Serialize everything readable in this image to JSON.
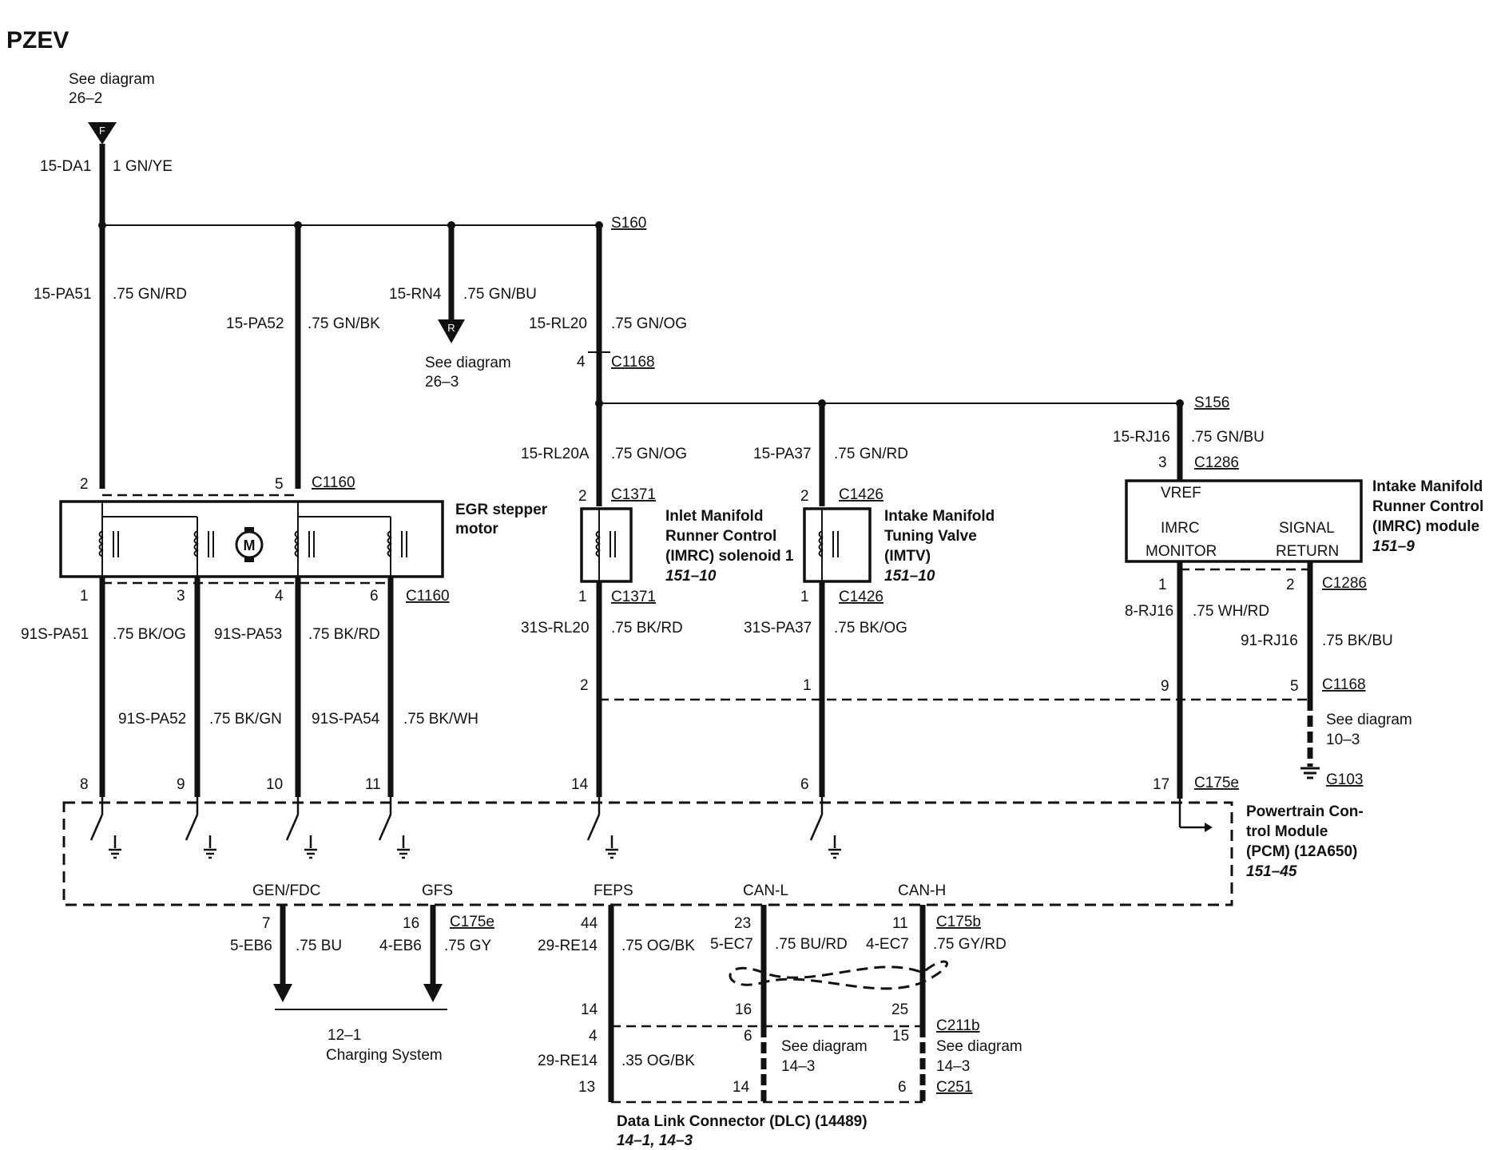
{
  "title": "PZEV",
  "refs": {
    "top_see": "See diagram",
    "top_ref": "26–2",
    "top_letter": "F",
    "rn4_see": "See diagram",
    "rn4_ref": "26–3",
    "rn4_letter": "R",
    "g103_see": "See diagram",
    "g103_ref": "10–3",
    "charging_ref": "12–1",
    "charging_name": "Charging System",
    "dlc_see_left": "See diagram",
    "dlc_ref_left": "14–3",
    "dlc_see_right": "See diagram",
    "dlc_ref_right": "14–3"
  },
  "splices": {
    "s160": "S160",
    "s156": "S156",
    "g103": "G103"
  },
  "connectors": {
    "c1160_top": "C1160",
    "c1160_bot": "C1160",
    "c1168_top": "C1168",
    "c1168_bot": "C1168",
    "c1371_top": "C1371",
    "c1371_bot": "C1371",
    "c1426_top": "C1426",
    "c1426_bot": "C1426",
    "c1286_top": "C1286",
    "c1286_bot": "C1286",
    "c175e_top": "C175e",
    "c175e_bot": "C175e",
    "c175b": "C175b",
    "c211b": "C211b",
    "c251": "C251"
  },
  "wires": {
    "da1_id": "15-DA1",
    "da1_color": "1 GN/YE",
    "pa51_id": "15-PA51",
    "pa51_color": ".75 GN/RD",
    "pa52_id": "15-PA52",
    "pa52_color": ".75 GN/BK",
    "rn4_id": "15-RN4",
    "rn4_color": ".75 GN/BU",
    "rl20_id": "15-RL20",
    "rl20_color": ".75 GN/OG",
    "rl20a_id": "15-RL20A",
    "rl20a_color": ".75 GN/OG",
    "pa37_id": "15-PA37",
    "pa37_color": ".75 GN/RD",
    "rj16_id": "15-RJ16",
    "rj16_color": ".75 GN/BU",
    "s_pa51_id": "91S-PA51",
    "s_pa51_color": ".75 BK/OG",
    "s_pa53_id": "91S-PA53",
    "s_pa53_color": ".75 BK/RD",
    "s_pa52_id": "91S-PA52",
    "s_pa52_color": ".75 BK/GN",
    "s_pa54_id": "91S-PA54",
    "s_pa54_color": ".75 BK/WH",
    "s_rl20_id": "31S-RL20",
    "s_rl20_color": ".75 BK/RD",
    "s_pa37_id": "31S-PA37",
    "s_pa37_color": ".75 BK/OG",
    "rj16_8_id": "8-RJ16",
    "rj16_8_color": ".75 WH/RD",
    "rj16_91_id": "91-RJ16",
    "rj16_91_color": ".75 BK/BU",
    "eb6_5_id": "5-EB6",
    "eb6_5_color": ".75 BU",
    "eb6_4_id": "4-EB6",
    "eb6_4_color": ".75 GY",
    "re14_id": "29-RE14",
    "re14_color": ".75 OG/BK",
    "ec7_5_id": "5-EC7",
    "ec7_5_color": ".75 BU/RD",
    "ec7_4_id": "4-EC7",
    "ec7_4_color": ".75 GY/RD",
    "re14b_id": "29-RE14",
    "re14b_color": ".35 OG/BK"
  },
  "pins": {
    "egr_2": "2",
    "egr_5": "5",
    "egr_1": "1",
    "egr_3": "3",
    "egr_4": "4",
    "egr_6": "6",
    "pcm_8": "8",
    "pcm_9": "9",
    "pcm_10": "10",
    "pcm_11": "11",
    "pcm_14": "14",
    "pcm_6": "6",
    "pcm_17": "17",
    "c1168_4": "4",
    "c1168_2": "2",
    "c1168_1": "1",
    "c1168_9": "9",
    "c1168_5": "5",
    "sol_2": "2",
    "sol_1": "1",
    "imtv_2": "2",
    "imtv_1": "1",
    "imrc_3": "3",
    "imrc_1": "1",
    "imrc_2": "2",
    "gen_7": "7",
    "gfs_16": "16",
    "feps_44": "44",
    "canl_23": "23",
    "canh_11": "11",
    "c211_14": "14",
    "c211_16": "16",
    "c211_25": "25",
    "c211_4": "4",
    "c211_6": "6",
    "c211_15": "15",
    "c251_13": "13",
    "c251_14": "14",
    "c251_6": "6"
  },
  "components": {
    "egr_l1": "EGR stepper",
    "egr_l2": "motor",
    "motor_symbol": "M",
    "sol_l1": "Inlet Manifold",
    "sol_l2": "Runner Control",
    "sol_l3": "(IMRC) solenoid 1",
    "sol_ref": "151–10",
    "imtv_l1": "Intake Manifold",
    "imtv_l2": "Tuning Valve",
    "imtv_l3": "(IMTV)",
    "imtv_ref": "151–10",
    "imrc_l1": "Intake Manifold",
    "imrc_l2": "Runner Control",
    "imrc_l3": "(IMRC) module",
    "imrc_ref": "151–9",
    "imrc_vref": "VREF",
    "imrc_imrc": "IMRC",
    "imrc_monitor": "MONITOR",
    "imrc_signal": "SIGNAL",
    "imrc_return": "RETURN",
    "pcm_l1": "Powertrain Con-",
    "pcm_l2": "trol Module",
    "pcm_l3": "(PCM) (12A650)",
    "pcm_ref": "151–45",
    "pcm_gen": "GEN/FDC",
    "pcm_gfs": "GFS",
    "pcm_feps": "FEPS",
    "pcm_canl": "CAN-L",
    "pcm_canh": "CAN-H",
    "dlc_l1": "Data Link Connector (DLC) (14489)",
    "dlc_ref": "14–1, 14–3"
  }
}
